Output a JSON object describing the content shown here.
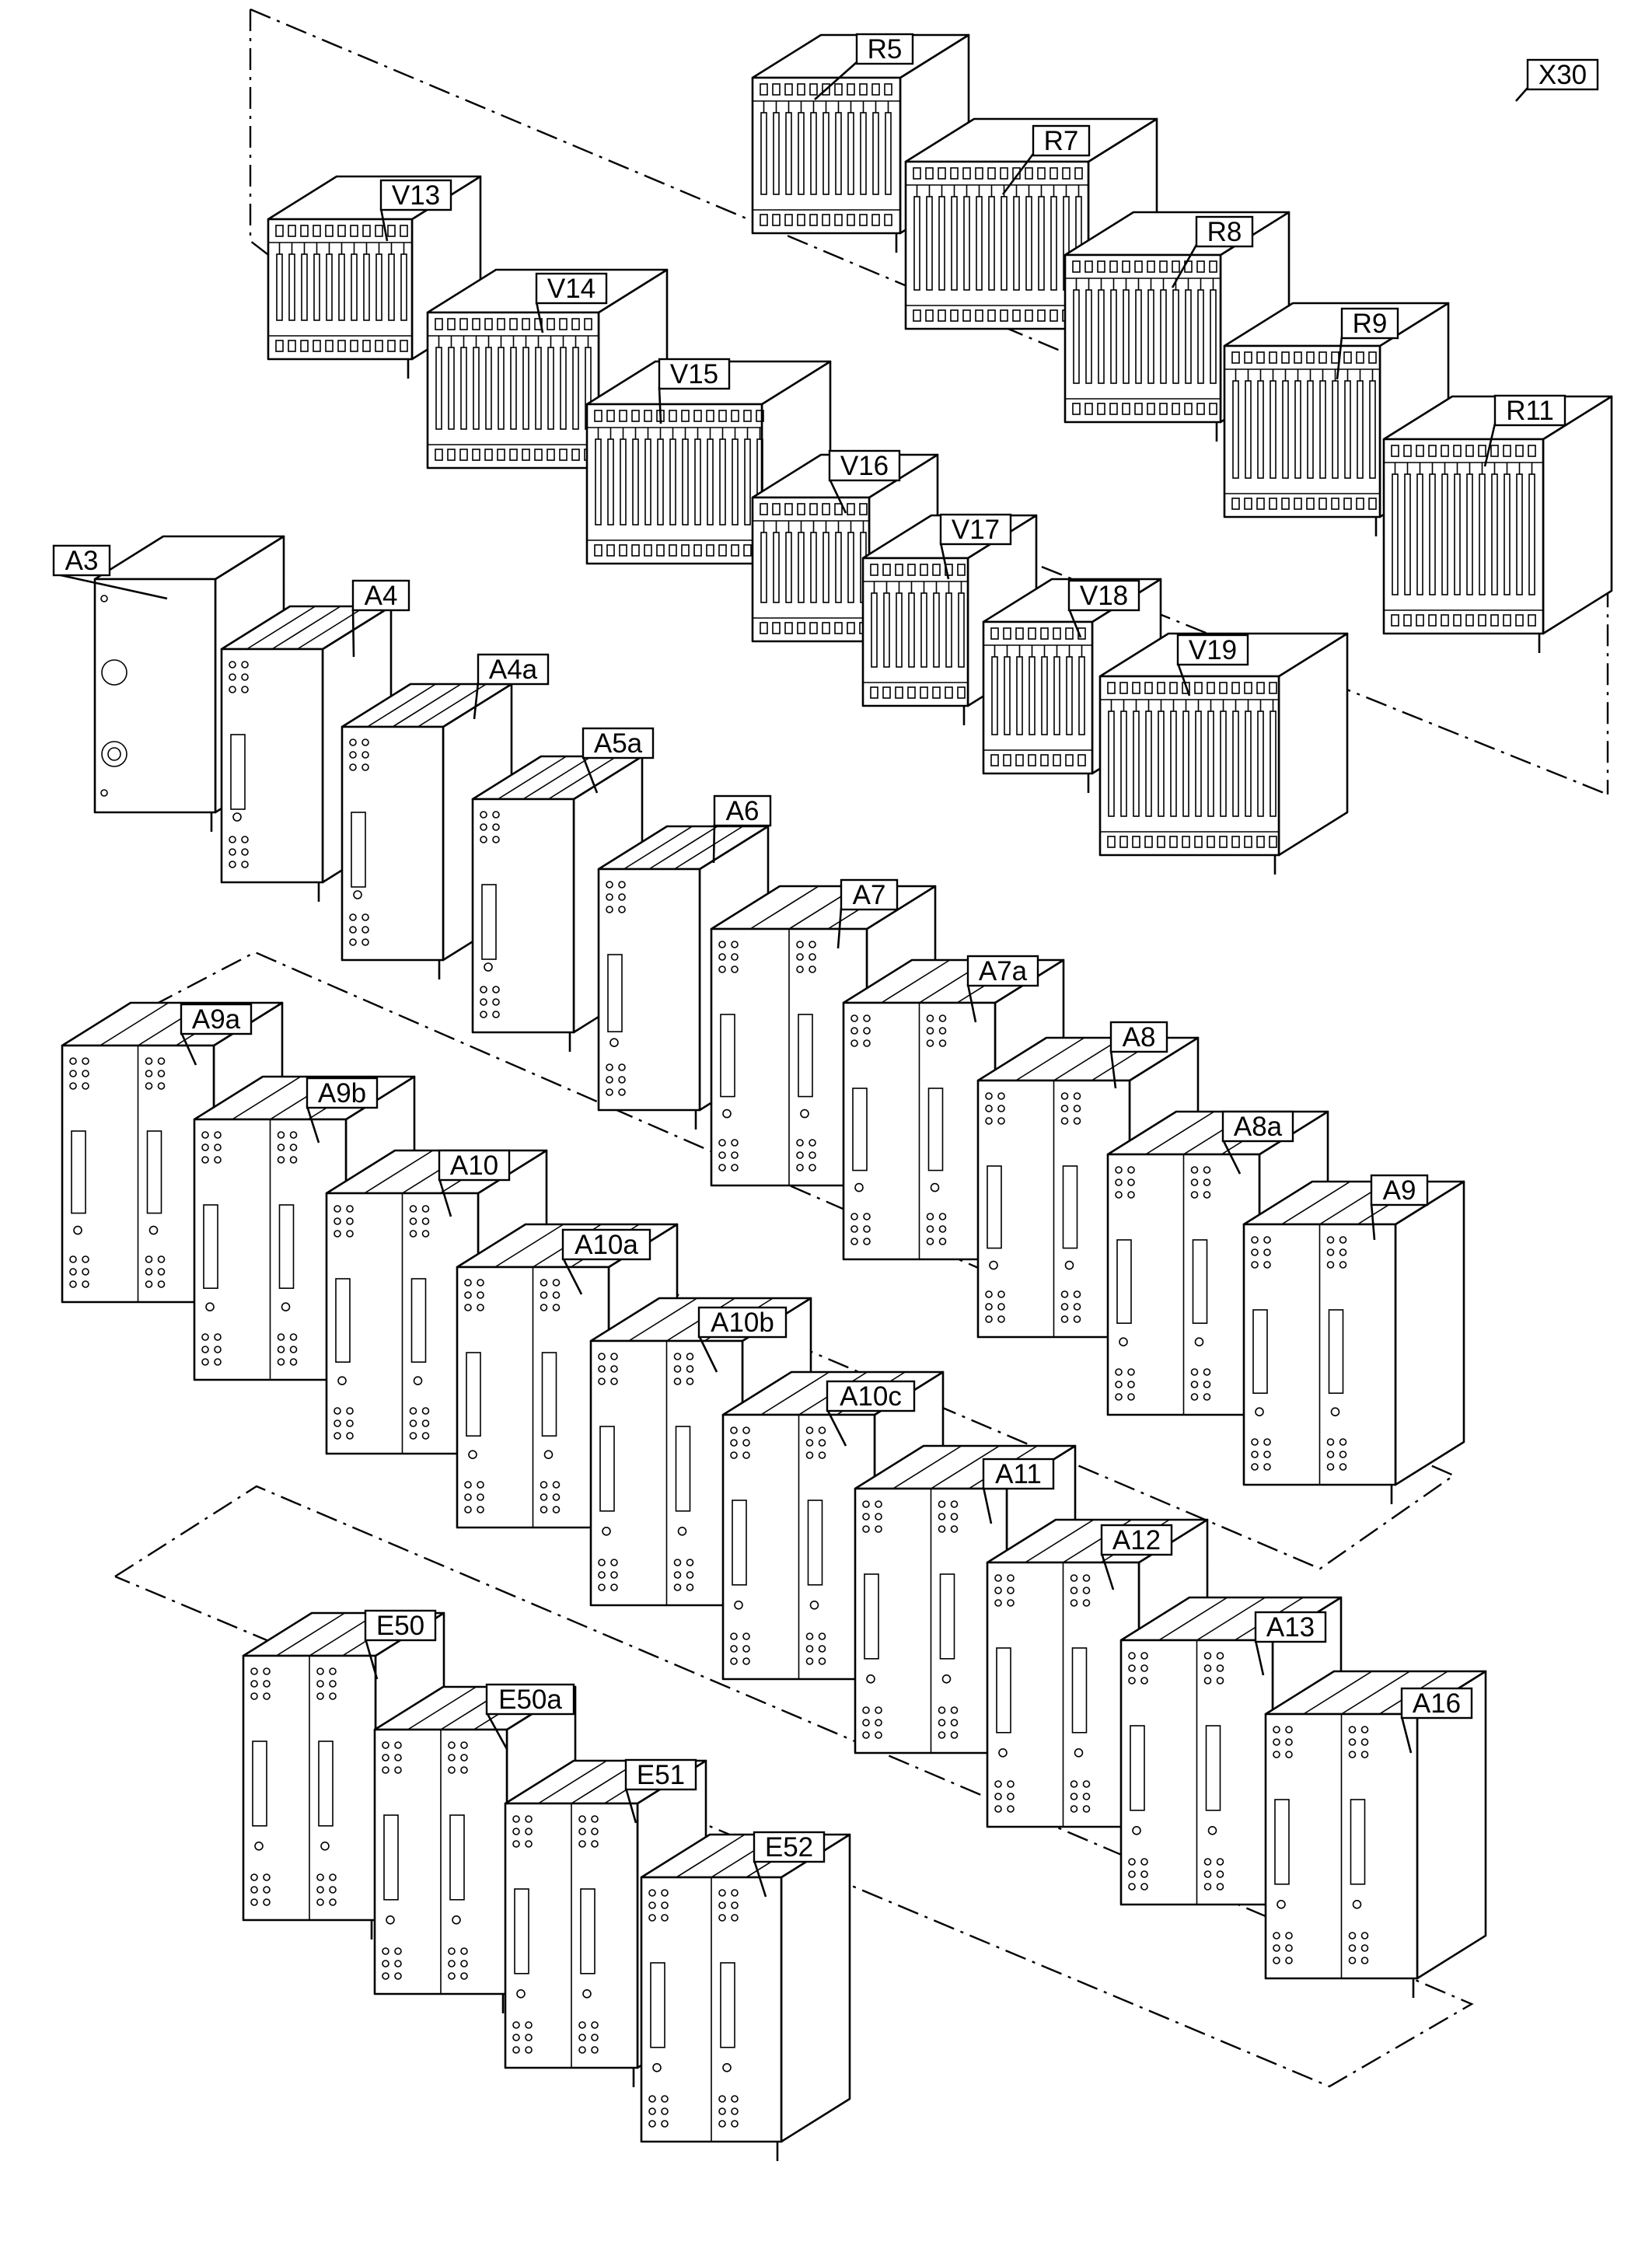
{
  "labels": {
    "R5": "R5",
    "R7": "R7",
    "R8": "R8",
    "R9": "R9",
    "R11": "R11",
    "X30": "X30",
    "V13": "V13",
    "V14": "V14",
    "V15": "V15",
    "V16": "V16",
    "V17": "V17",
    "V18": "V18",
    "V19": "V19",
    "A3": "A3",
    "A4": "A4",
    "A4a": "A4a",
    "A5a": "A5a",
    "A6": "A6",
    "A7": "A7",
    "A7a": "A7a",
    "A8": "A8",
    "A8a": "A8a",
    "A9": "A9",
    "A9a": "A9a",
    "A9b": "A9b",
    "A10": "A10",
    "A10a": "A10a",
    "A10b": "A10b",
    "A10c": "A10c",
    "A11": "A11",
    "A12": "A12",
    "A13": "A13",
    "A16": "A16",
    "E50": "E50",
    "E50a": "E50a",
    "E51": "E51",
    "E52": "E52"
  },
  "colors": {
    "ink": "#000000",
    "paper": "#ffffff"
  }
}
